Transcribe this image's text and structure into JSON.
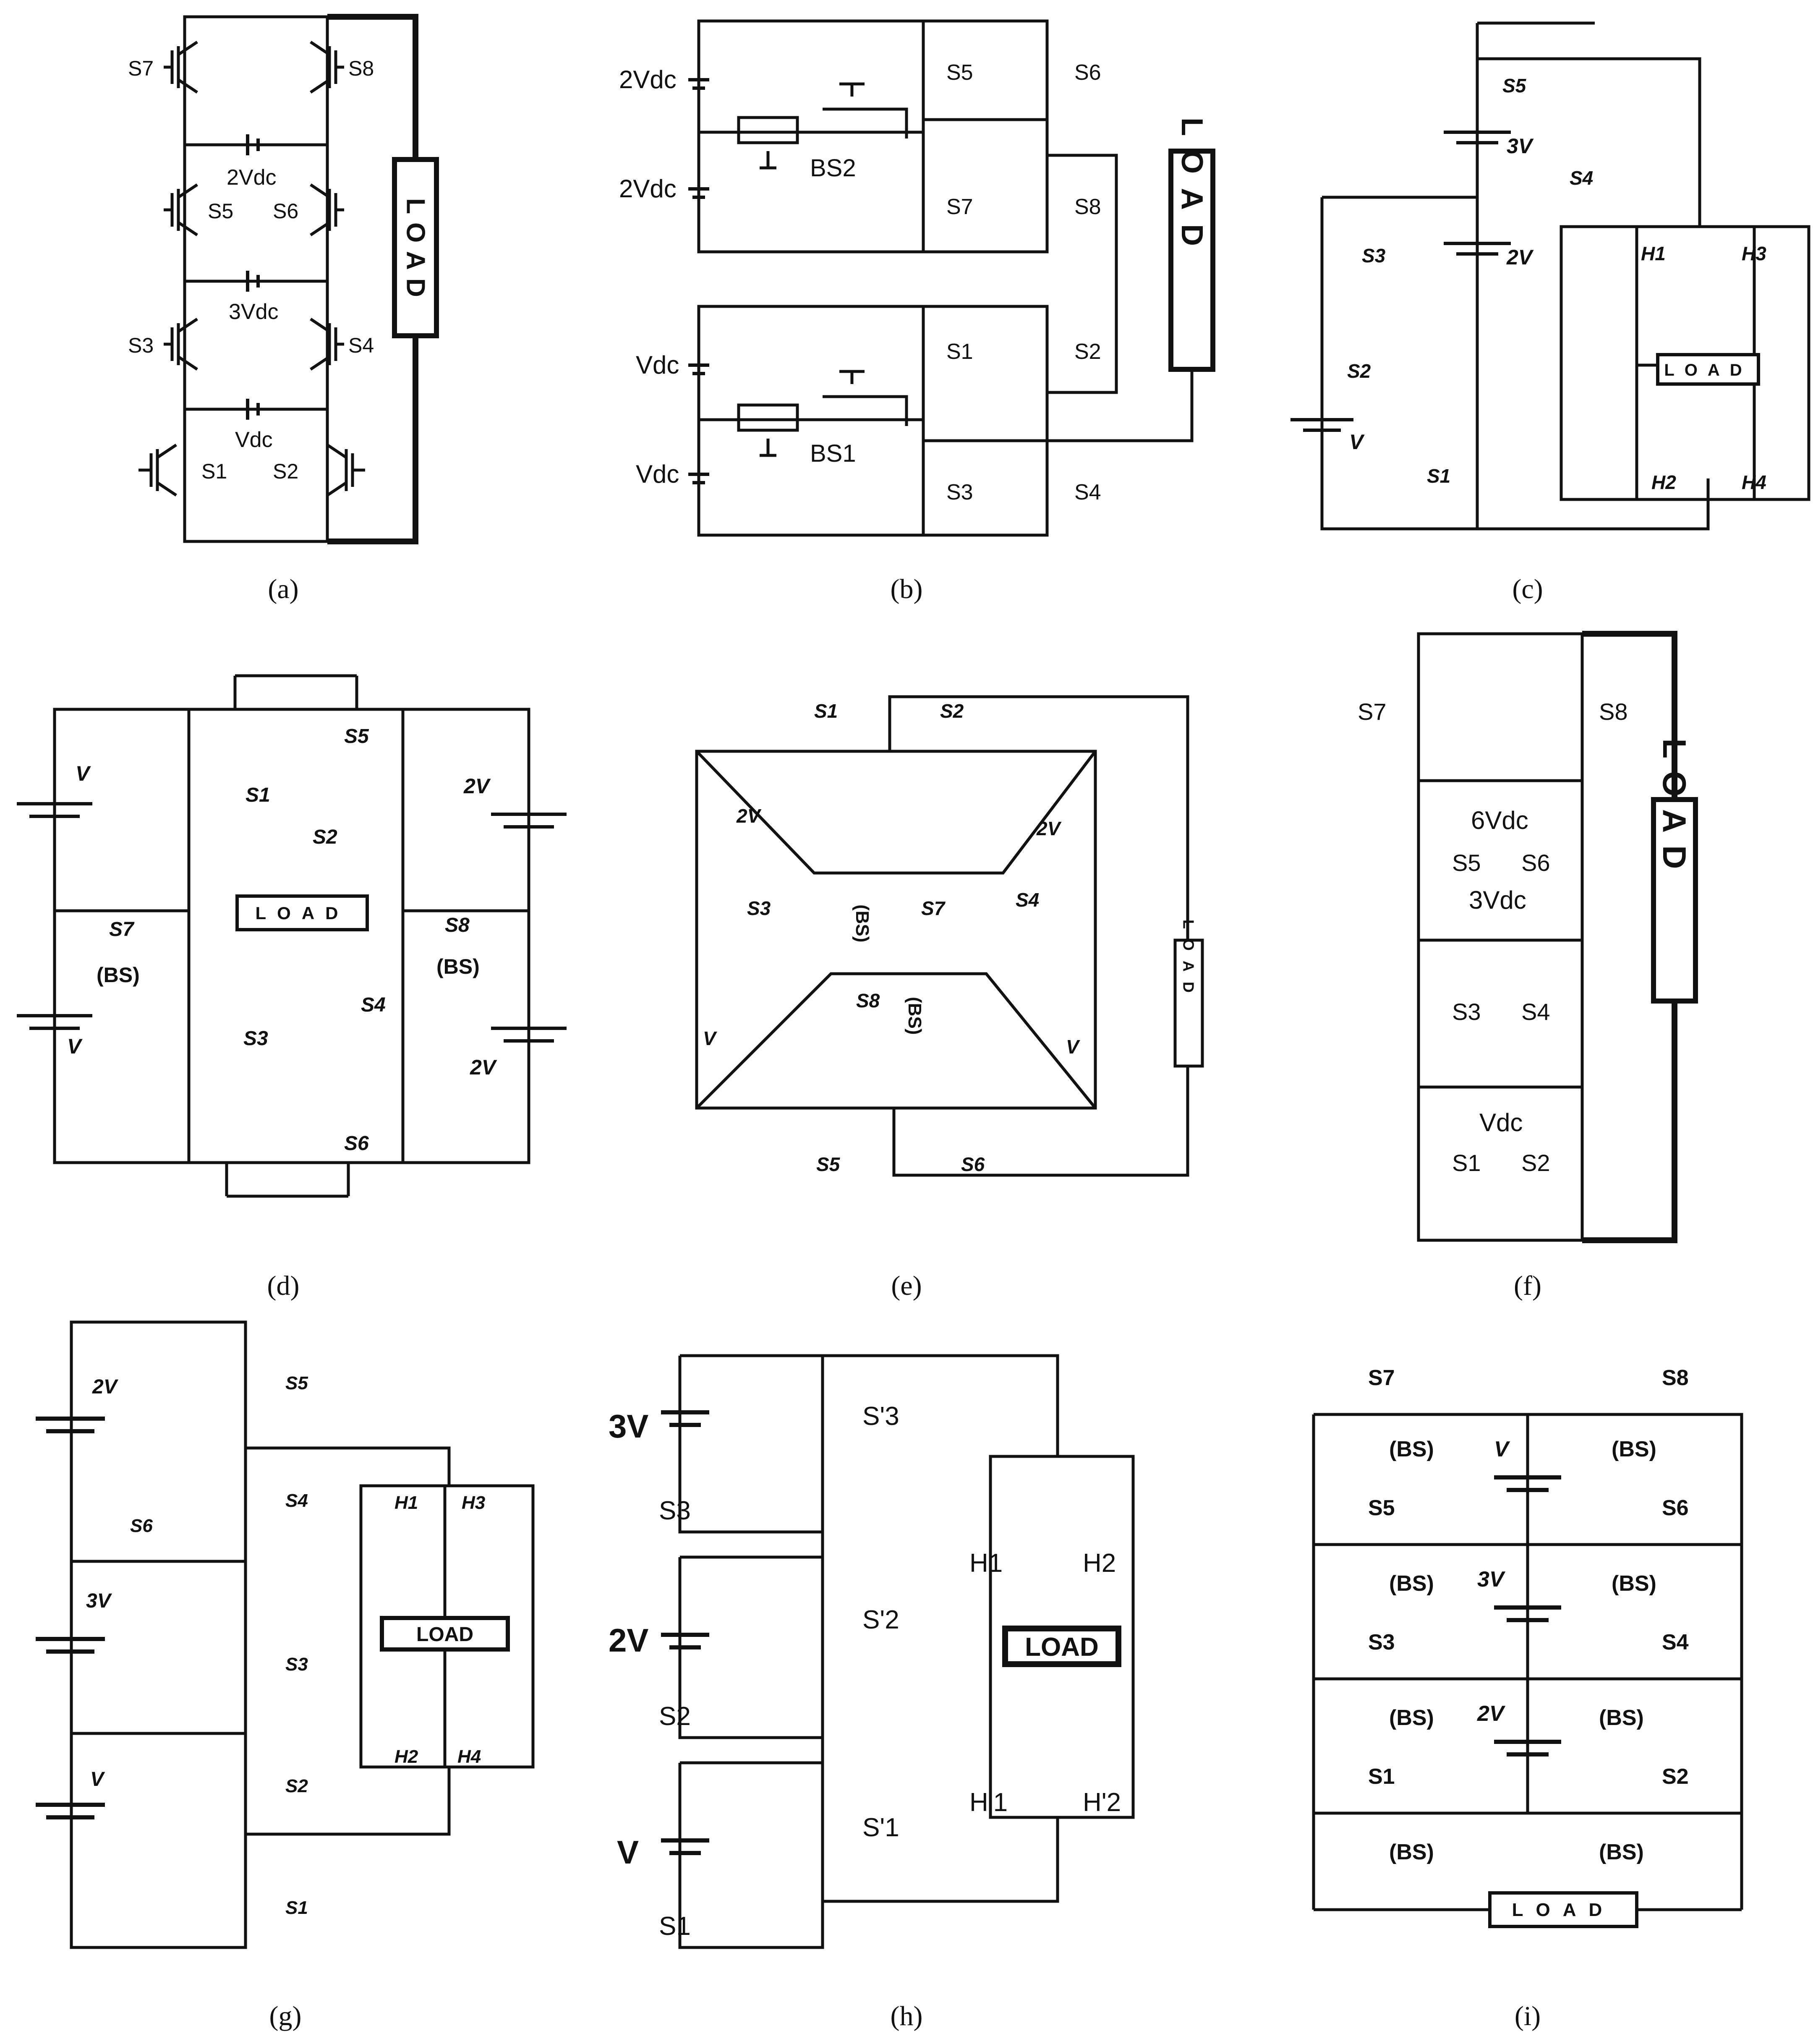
{
  "panels": [
    {
      "caption": "(a)",
      "load": "LOAD",
      "switches": [
        "S7",
        "S8",
        "S5",
        "S6",
        "S3",
        "S4",
        "S1",
        "S2"
      ],
      "sources": [
        "2Vdc",
        "3Vdc",
        "Vdc"
      ]
    },
    {
      "caption": "(b)",
      "load": "LOAD",
      "switches": [
        "S5",
        "S6",
        "S7",
        "S8",
        "S1",
        "S2",
        "S3",
        "S4"
      ],
      "bidirectional": [
        "BS2",
        "BS1"
      ],
      "sources": [
        "2Vdc",
        "2Vdc",
        "Vdc",
        "Vdc"
      ]
    },
    {
      "caption": "(c)",
      "load": "LOAD",
      "switches": [
        "S5",
        "S4",
        "S3",
        "S2",
        "S1"
      ],
      "bridge": [
        "H1",
        "H3",
        "H2",
        "H4"
      ],
      "sources": [
        "3V",
        "2V",
        "V"
      ]
    },
    {
      "caption": "(d)",
      "load": "LOAD",
      "switches": [
        "S1",
        "S5",
        "S2",
        "S7",
        "S8",
        "S3",
        "S4",
        "S6"
      ],
      "bidirectional": [
        "(BS)",
        "(BS)"
      ],
      "sources": [
        "V",
        "V",
        "2V",
        "2V"
      ]
    },
    {
      "caption": "(e)",
      "load": "LOAD",
      "switches": [
        "S1",
        "S2",
        "S3",
        "S7",
        "S4",
        "S8",
        "S5",
        "S6"
      ],
      "bidirectional": [
        "(BS)",
        "(BS)"
      ],
      "sources": [
        "2V",
        "2V",
        "V",
        "V"
      ]
    },
    {
      "caption": "(f)",
      "load": "LOAD",
      "switches": [
        "S7",
        "S8",
        "S5",
        "S6",
        "S3",
        "S4",
        "S1",
        "S2"
      ],
      "sources": [
        "6Vdc",
        "3Vdc",
        "Vdc"
      ]
    },
    {
      "caption": "(g)",
      "load": "LOAD",
      "switches": [
        "S5",
        "S4",
        "S6",
        "S3",
        "S2",
        "S1"
      ],
      "bridge": [
        "H1",
        "H3",
        "H2",
        "H4"
      ],
      "sources": [
        "2V",
        "3V",
        "V"
      ]
    },
    {
      "caption": "(h)",
      "load": "LOAD",
      "switches": [
        "S'3",
        "S3",
        "S'2",
        "S2",
        "S'1",
        "S1"
      ],
      "bridge": [
        "H1",
        "H2",
        "H'1",
        "H'2"
      ],
      "sources": [
        "3V",
        "2V",
        "V"
      ]
    },
    {
      "caption": "(i)",
      "load": "LOAD",
      "switches": [
        "S7",
        "S8",
        "S5",
        "S6",
        "S3",
        "S4",
        "S1",
        "S2"
      ],
      "bidirectional": [
        "(BS)",
        "(BS)",
        "(BS)",
        "(BS)",
        "(BS)",
        "(BS)",
        "(BS)",
        "(BS)"
      ],
      "sources": [
        "V",
        "3V",
        "2V"
      ]
    }
  ]
}
